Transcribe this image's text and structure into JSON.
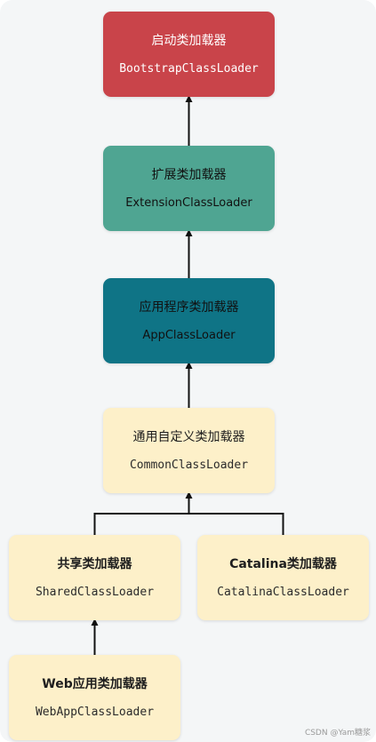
{
  "diagram": {
    "nodes": [
      {
        "id": "bootstrap",
        "title": "启动类加载器",
        "name": "BootstrapClassLoader",
        "color": "#c9444a"
      },
      {
        "id": "extension",
        "title": "扩展类加载器",
        "name": "ExtensionClassLoader",
        "color": "#4fa592"
      },
      {
        "id": "app",
        "title": "应用程序类加载器",
        "name": "AppClassLoader",
        "color": "#0f7486"
      },
      {
        "id": "common",
        "title": "通用自定义类加载器",
        "name": "CommonClassLoader",
        "color": "#fdf0c9"
      },
      {
        "id": "shared",
        "title": "共享类加载器",
        "name": "SharedClassLoader",
        "color": "#fdf0c9"
      },
      {
        "id": "catalina",
        "title": "Catalina类加载器",
        "name": "CatalinaClassLoader",
        "color": "#fdf0c9"
      },
      {
        "id": "webapp",
        "title": "Web应用类加载器",
        "name": "WebAppClassLoader",
        "color": "#fdf0c9"
      }
    ],
    "edges": [
      {
        "from": "extension",
        "to": "bootstrap"
      },
      {
        "from": "app",
        "to": "extension"
      },
      {
        "from": "common",
        "to": "app"
      },
      {
        "from": "shared",
        "to": "common"
      },
      {
        "from": "catalina",
        "to": "common"
      },
      {
        "from": "webapp",
        "to": "shared"
      }
    ]
  },
  "watermark": "CSDN @Yam糖浆"
}
